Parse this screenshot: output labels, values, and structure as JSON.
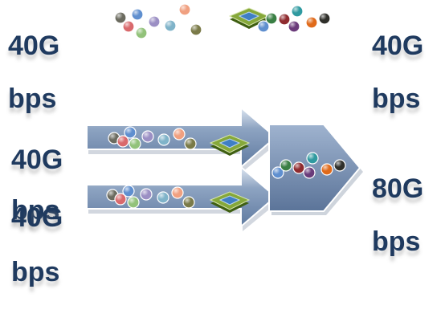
{
  "labels": {
    "top_left": {
      "line1": "40G",
      "line2": "bps"
    },
    "mid_left": {
      "line1": "40G",
      "line2": "bps"
    },
    "low_left": {
      "line1": "40G",
      "line2": "bps"
    },
    "top_right": {
      "line1": "40G",
      "line2": "bps"
    },
    "bottom_right": {
      "line1": "80G",
      "line2": "bps"
    }
  },
  "colors": {
    "label": "#1f3a5f",
    "arrow_fill": "#6d87aa",
    "arrow_highlight": "#d9e3f0",
    "chip_green": "#5a7a1e",
    "chip_blue": "#3f7fc4"
  },
  "ball_palette": [
    "#6b6b5f",
    "#d9696c",
    "#92c27a",
    "#5f8fcf",
    "#9b8fc4",
    "#7fb3c9",
    "#f0a080",
    "#7a7a48",
    "#3a7f44",
    "#8f2b2f",
    "#2f9aa0",
    "#6a3b7a",
    "#e06a1a",
    "#2f2f2a"
  ]
}
